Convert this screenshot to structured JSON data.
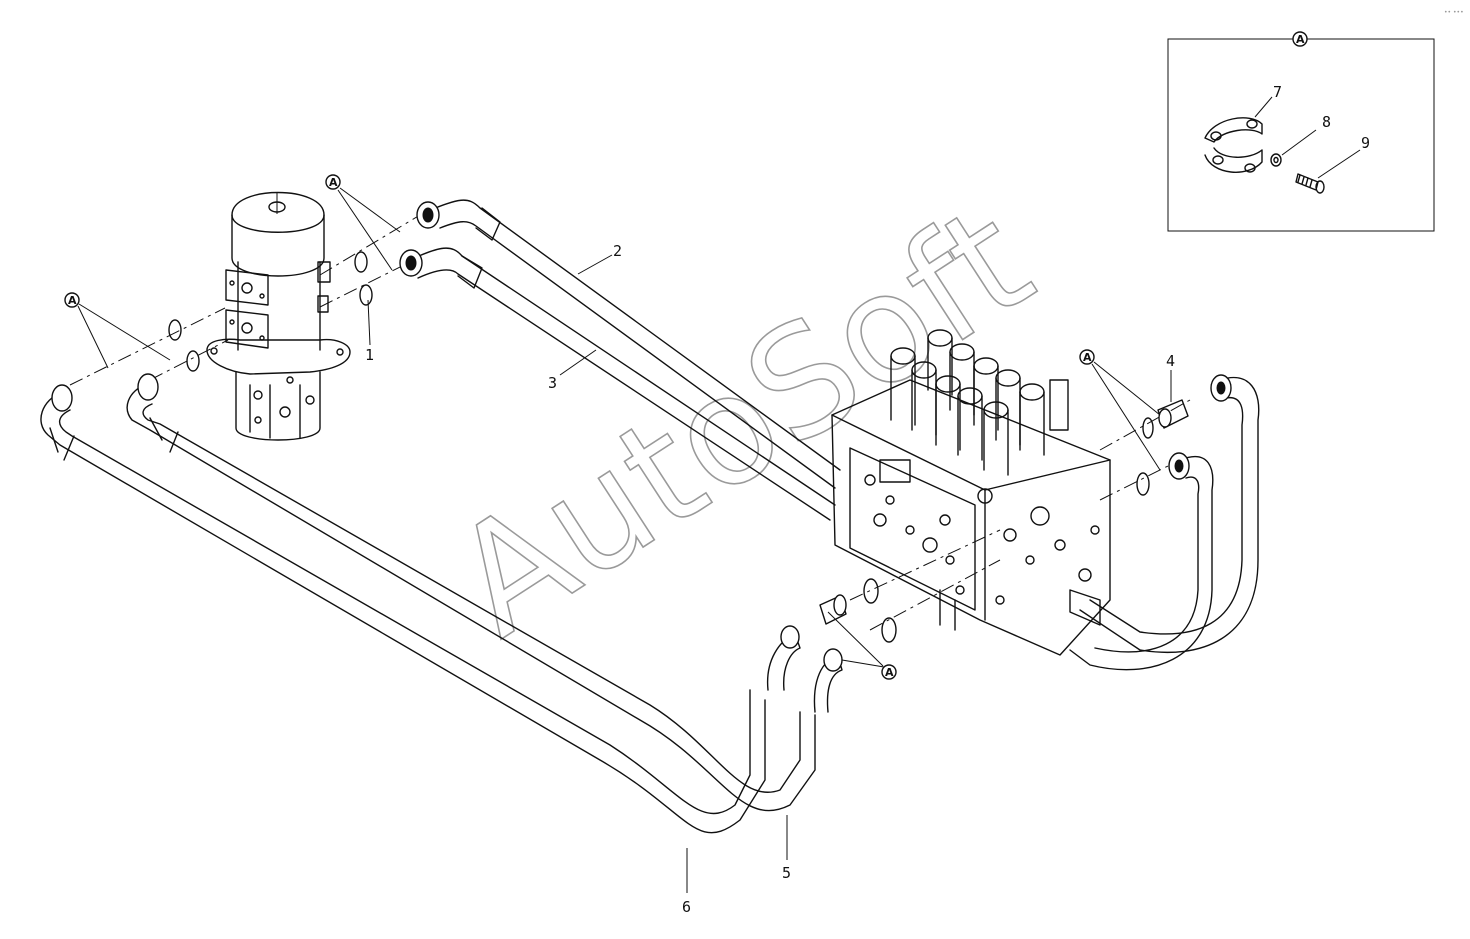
{
  "detail_view": {
    "marker": "A"
  },
  "callout_letter": "A",
  "part_numbers": [
    "1",
    "2",
    "3",
    "4",
    "5",
    "6",
    "7",
    "8",
    "9"
  ],
  "watermark": "AutoSoft",
  "corner_mark": "•• •••"
}
